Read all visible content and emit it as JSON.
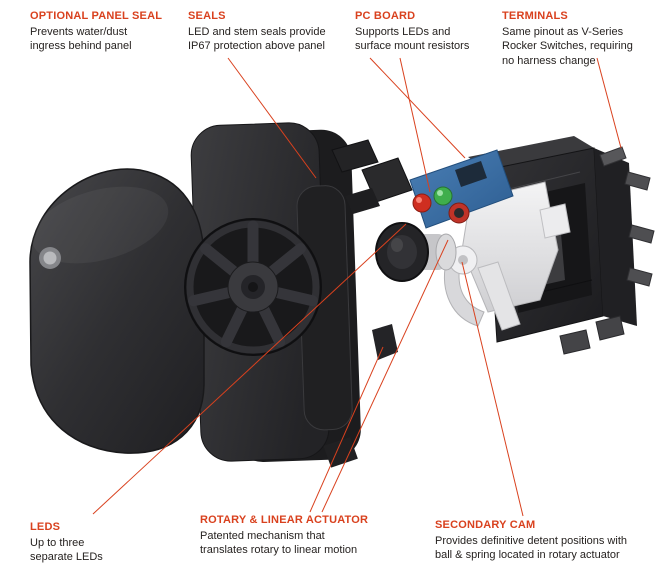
{
  "diagram": {
    "accent_color": "#d9411e",
    "text_color": "#262220",
    "subject": "exploded-view-rocker-switch"
  },
  "callouts": {
    "optional_panel_seal": {
      "title": "OPTIONAL PANEL SEAL",
      "body": "Prevents water/dust\ningress behind panel"
    },
    "seals": {
      "title": "SEALS",
      "body": "LED and stem seals provide\nIP67 protection above panel"
    },
    "pc_board": {
      "title": "PC BOARD",
      "body": "Supports LEDs and\nsurface mount resistors"
    },
    "terminals": {
      "title": "TERMINALS",
      "body": "Same pinout as V-Series\nRocker Switches, requiring\nno harness change"
    },
    "leds": {
      "title": "LEDS",
      "body": "Up to three\nseparate LEDs"
    },
    "rotary_linear_actuator": {
      "title": "ROTARY & LINEAR ACTUATOR",
      "body": "Patented mechanism that\ntranslates rotary to linear motion"
    },
    "secondary_cam": {
      "title": "SECONDARY CAM",
      "body": "Provides definitive detent positions with\nball & spring located in rotary actuator"
    }
  }
}
